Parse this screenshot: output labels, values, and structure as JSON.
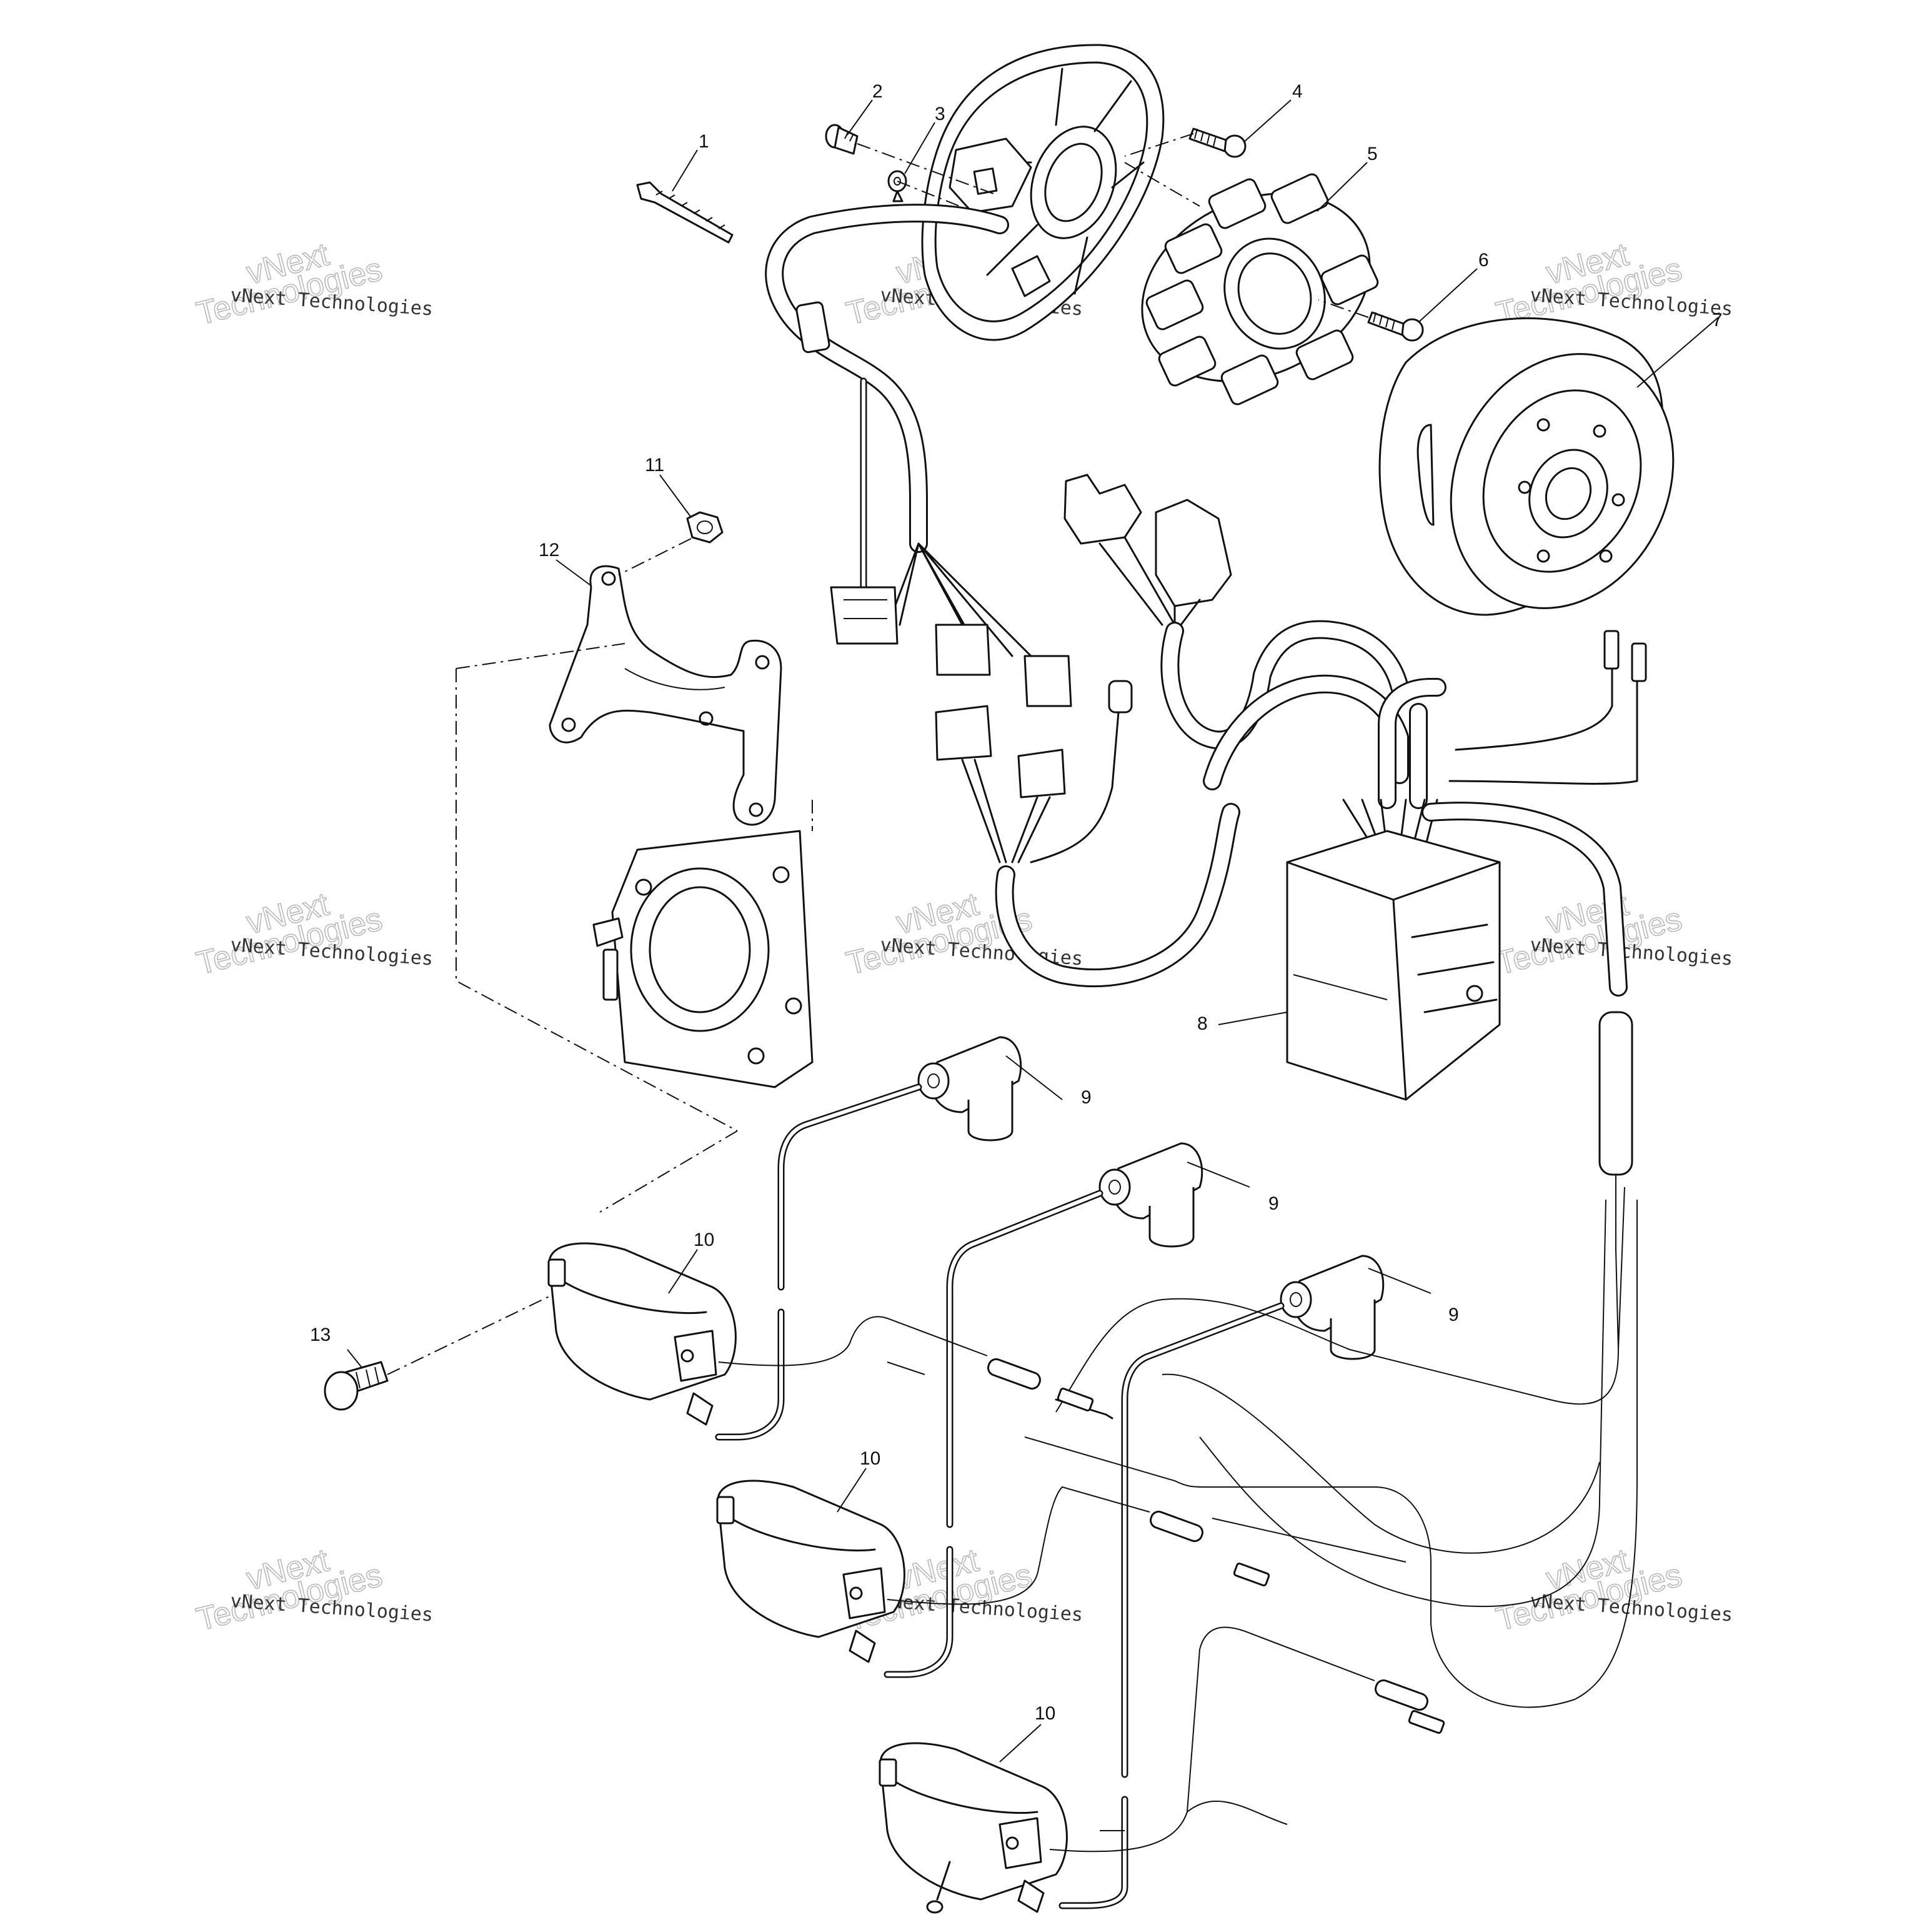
{
  "callouts": {
    "c1": "1",
    "c2": "2",
    "c3": "3",
    "c4": "4",
    "c5": "5",
    "c6": "6",
    "c7": "7",
    "c8": "8",
    "c9a": "9",
    "c9b": "9",
    "c9c": "9",
    "c10a": "10",
    "c10b": "10",
    "c10c": "10",
    "c11": "11",
    "c12": "12",
    "c13": "13"
  },
  "watermark": {
    "brand": "vNext Technologies",
    "line1": "vNext",
    "line2": "Technologies"
  }
}
